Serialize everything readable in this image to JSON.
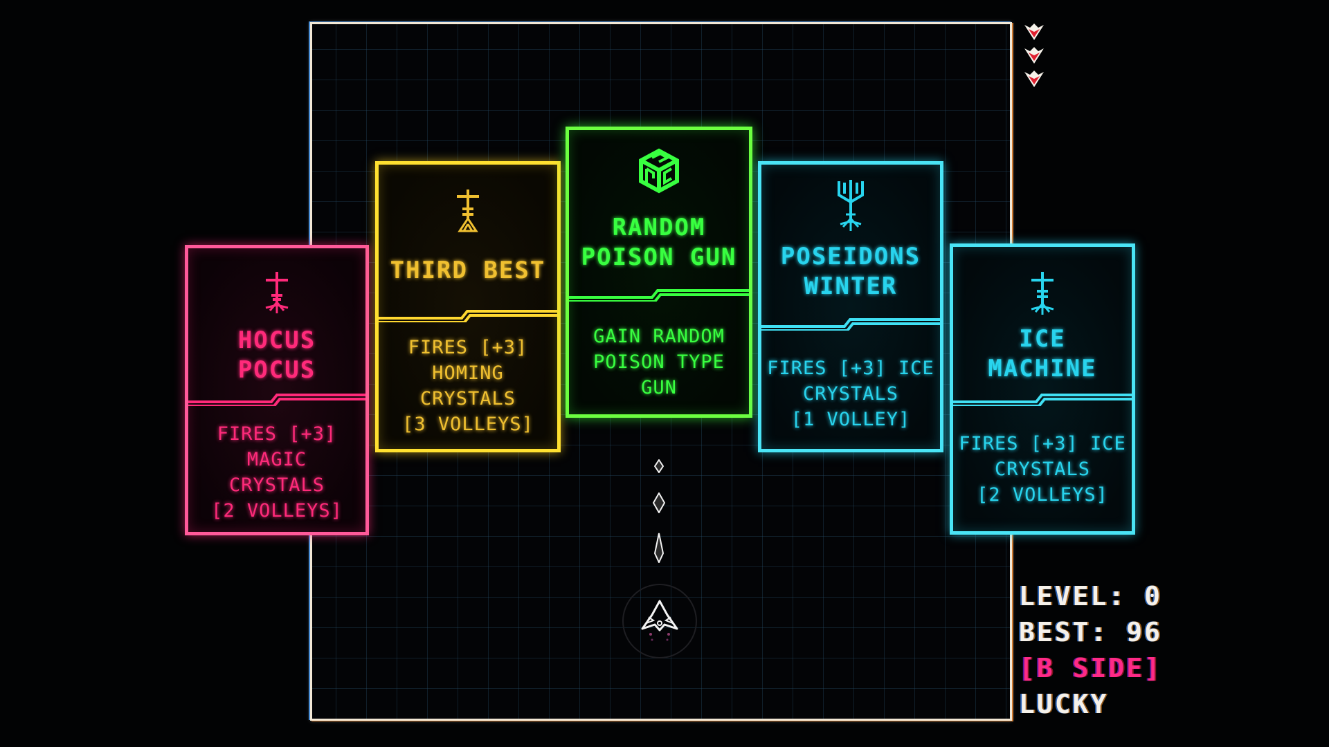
{
  "colors": {
    "pink": "#ff2a7a",
    "yellow": "#f0c030",
    "green": "#38ff40",
    "cyan": "#28d4ee",
    "hud_text": "#f6f2ea",
    "hud_accent": "#ff2a86",
    "arena_border": "#f2e8d6"
  },
  "cards": [
    {
      "icon": "cross-flower-icon",
      "title_lines": [
        "HOCUS",
        "POCUS"
      ],
      "desc_lines": [
        "FIRES [+3]",
        "MAGIC",
        "CRYSTALS",
        "[2 VOLLEYS]"
      ],
      "color": "pink"
    },
    {
      "icon": "cross-arrow-icon",
      "title_lines": [
        "THIRD BEST"
      ],
      "desc_lines": [
        "FIRES [+3]",
        "HOMING",
        "CRYSTALS",
        "[3 VOLLEYS]"
      ],
      "color": "yellow"
    },
    {
      "icon": "maze-cube-icon",
      "title_lines": [
        "RANDOM",
        "POISON GUN"
      ],
      "desc_lines": [
        "GAIN RANDOM",
        "POISON TYPE",
        "GUN"
      ],
      "color": "green",
      "selected": true
    },
    {
      "icon": "trident-icon",
      "title_lines": [
        "POSEIDONS",
        "WINTER"
      ],
      "desc_lines": [
        "FIRES [+3] ICE",
        "CRYSTALS",
        "[1 VOLLEY]"
      ],
      "color": "cyan"
    },
    {
      "icon": "cross-snowflake-icon",
      "title_lines": [
        "ICE",
        "MACHINE"
      ],
      "desc_lines": [
        "FIRES [+3] ICE",
        "CRYSTALS",
        "[2 VOLLEYS]"
      ],
      "color": "cyan"
    }
  ],
  "lives": {
    "count": 3,
    "icon": "heart-chevron-icon"
  },
  "hud": {
    "level": "LEVEL: 0",
    "best": "BEST: 96",
    "side": "[B SIDE]",
    "mode": "LUCKY"
  }
}
